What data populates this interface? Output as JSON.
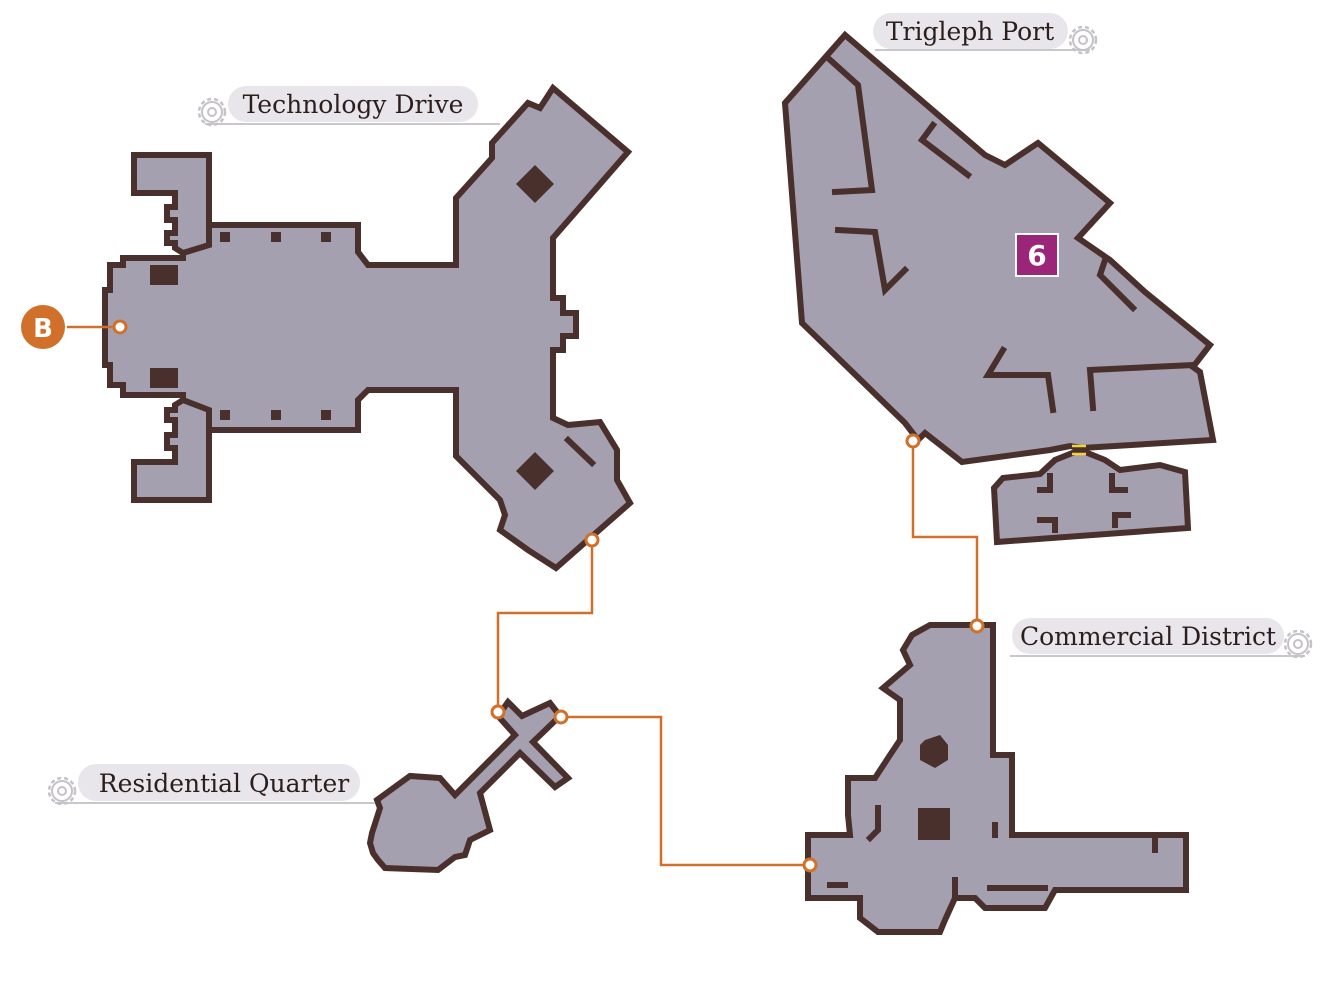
{
  "map": {
    "background": "#ffffff",
    "colors": {
      "floor": "#a5a0b0",
      "wall": "#4a302c",
      "route": "#d0702b",
      "label_background": "#e8e6ea",
      "marker_b": "#d0702b",
      "marker_6": "#9b2578",
      "stairs": "#f5d13a"
    },
    "areas": [
      {
        "id": "technology-drive",
        "label": "Technology Drive",
        "icon": "gear-icon"
      },
      {
        "id": "trigleph-port",
        "label": "Trigleph Port",
        "icon": "gear-icon"
      },
      {
        "id": "commercial-district",
        "label": "Commercial District",
        "icon": "gear-icon"
      },
      {
        "id": "residential-quarter",
        "label": "Residential Quarter",
        "icon": "gear-icon"
      }
    ],
    "markers": {
      "entrance": {
        "label": "B"
      },
      "point": {
        "label": "6"
      }
    }
  }
}
